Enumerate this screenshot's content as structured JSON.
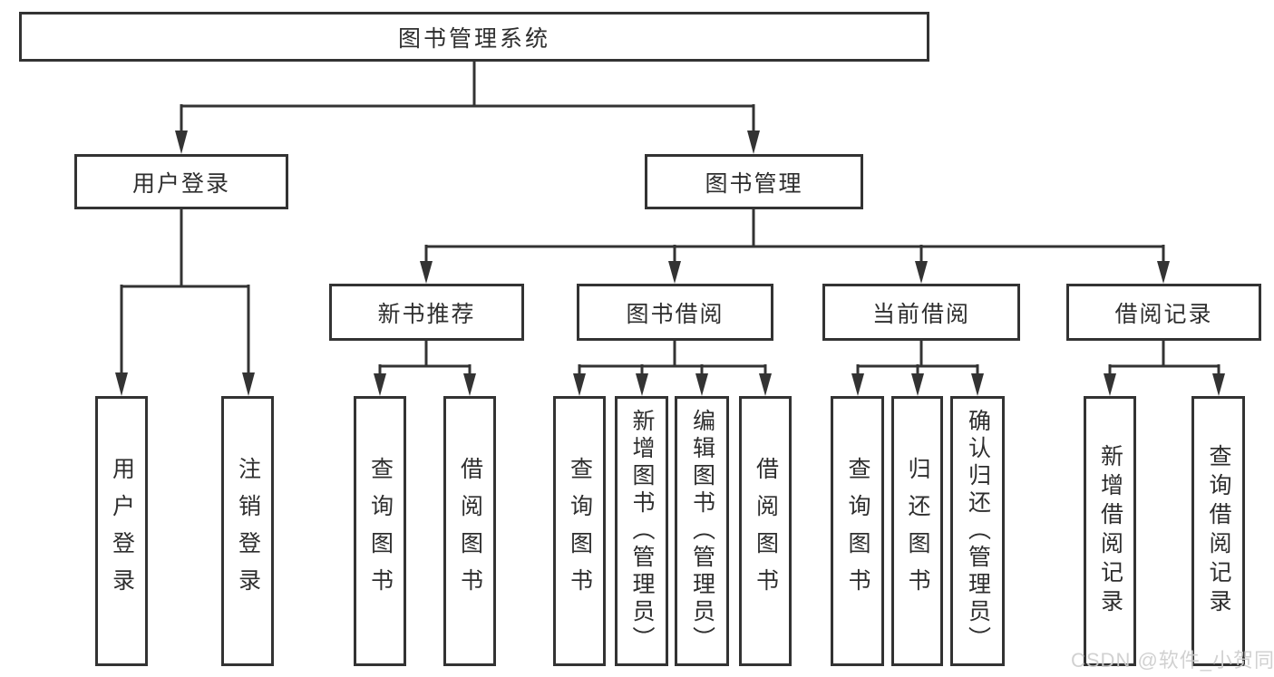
{
  "tree": {
    "root": "图书管理系统",
    "children": [
      {
        "label": "用户登录",
        "children": [
          {
            "label": "用户登录"
          },
          {
            "label": "注销登录"
          }
        ]
      },
      {
        "label": "图书管理",
        "children": [
          {
            "label": "新书推荐",
            "children": [
              {
                "label": "查询图书"
              },
              {
                "label": "借阅图书"
              }
            ]
          },
          {
            "label": "图书借阅",
            "children": [
              {
                "label": "查询图书"
              },
              {
                "label": "新增图书（管理员）"
              },
              {
                "label": "编辑图书（管理员）"
              },
              {
                "label": "借阅图书"
              }
            ]
          },
          {
            "label": "当前借阅",
            "children": [
              {
                "label": "查询图书"
              },
              {
                "label": "归还图书"
              },
              {
                "label": "确认归还（管理员）"
              }
            ]
          },
          {
            "label": "借阅记录",
            "children": [
              {
                "label": "新增借阅记录"
              },
              {
                "label": "查询借阅记录"
              }
            ]
          }
        ]
      }
    ]
  },
  "watermark": {
    "text": "CSDN @软件_小贺同学"
  },
  "colors": {
    "line": "#333333",
    "text": "#2e2e2e",
    "background": "#ffffff",
    "watermark": "#cdcdcd"
  }
}
